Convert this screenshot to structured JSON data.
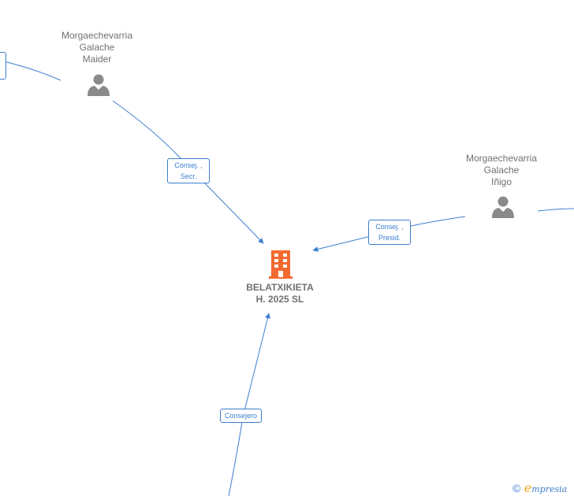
{
  "colors": {
    "edge": "#3d7ecf",
    "person": "#8a8a8a",
    "company": "#f26a30",
    "text": "#707070",
    "brand_e": "#f0a020"
  },
  "company": {
    "name_line1": "BELATXIKIETA",
    "name_line2": "H.  2025  SL",
    "icon": "building-icon"
  },
  "people": [
    {
      "line1": "Morgaechevarria",
      "line2": "Galache",
      "line3": "Maider",
      "icon": "person-icon"
    },
    {
      "line1": "Morgaechevarria",
      "line2": "Galache",
      "line3": "Iñigo",
      "icon": "person-icon"
    }
  ],
  "edges": [
    {
      "line1": "Consej. ,",
      "line2": "Secr."
    },
    {
      "line1": "Consej. ,",
      "line2": "Presid."
    },
    {
      "line1": "Consejero"
    }
  ],
  "brand": {
    "copyright": "©",
    "e": "e",
    "rest": "mpresia"
  }
}
